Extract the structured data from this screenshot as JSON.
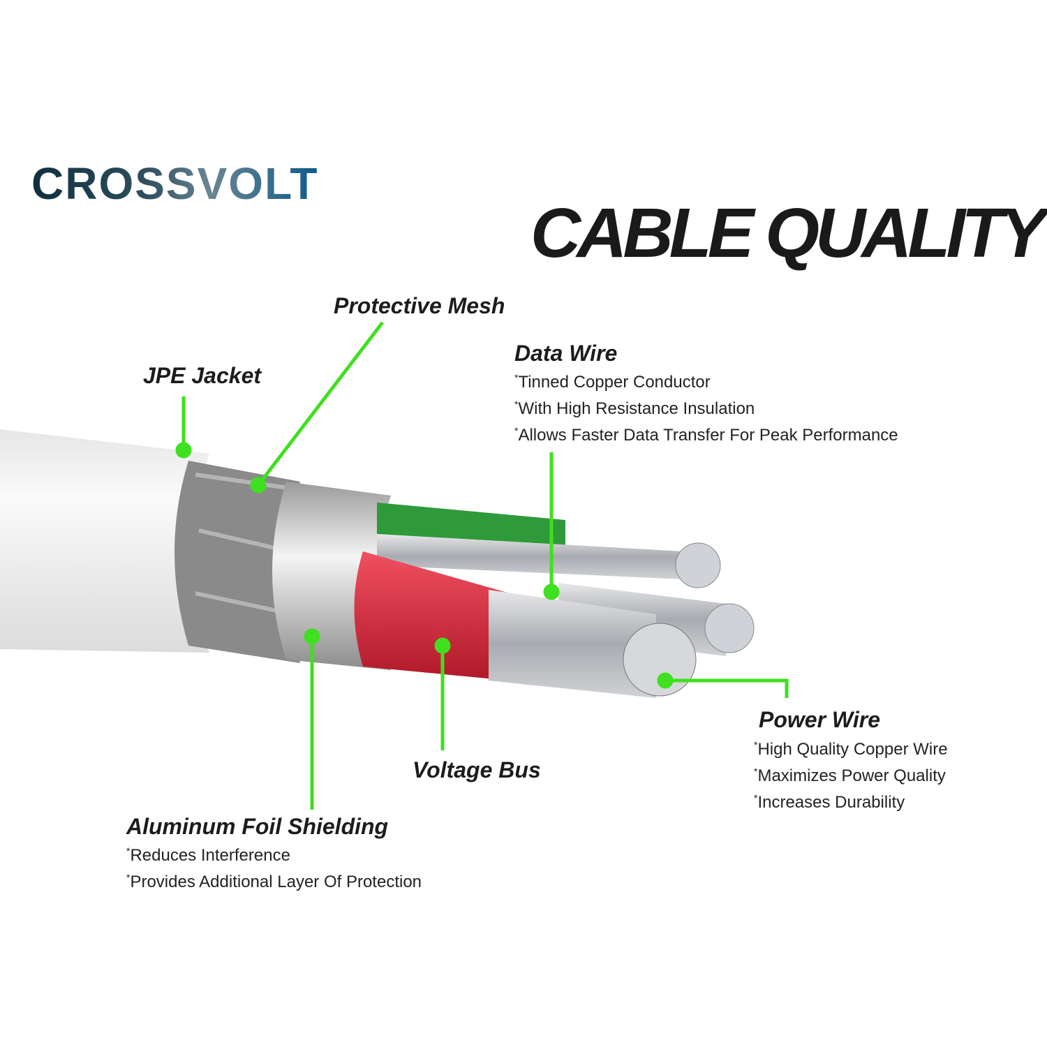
{
  "brand": {
    "logo_text": "CROSSVOLT"
  },
  "title": "CABLE QUALITY",
  "labels": {
    "protective_mesh": "Protective Mesh",
    "jpe_jacket": "JPE Jacket",
    "data_wire": {
      "heading": "Data Wire",
      "bullets": [
        "Tinned Copper Conductor",
        "With High Resistance Insulation",
        "Allows Faster Data Transfer For Peak Performance"
      ]
    },
    "power_wire": {
      "heading": "Power Wire",
      "bullets": [
        "High Quality Copper Wire",
        "Maximizes Power Quality",
        "Increases Durability"
      ]
    },
    "voltage_bus": "Voltage Bus",
    "foil": {
      "heading": "Aluminum Foil Shielding",
      "bullets": [
        "Reduces Interference",
        "Provides Additional Layer Of Protection"
      ]
    }
  },
  "colors": {
    "callout": "#3fe01f",
    "jacket": "#f2f2f2",
    "red_insulation": "#d8283a",
    "green_insulation": "#2e9a3a",
    "conductor": "#b9bcc0"
  }
}
